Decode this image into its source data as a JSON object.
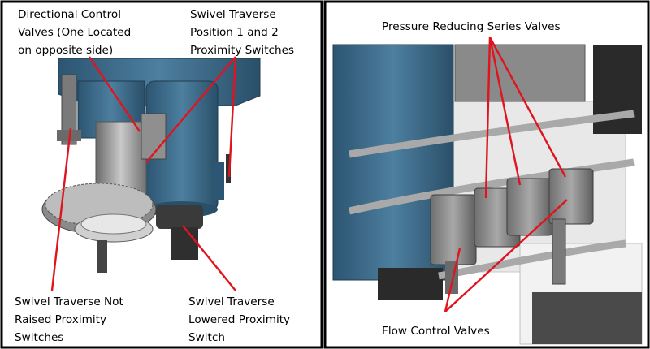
{
  "left_panel": {
    "labels": {
      "directional_control": [
        "Directional Control",
        "Valves (One Located",
        "on opposite side)"
      ],
      "swivel_position": [
        "Swivel Traverse",
        "Position 1 and 2",
        "Proximity Switches"
      ],
      "not_raised": [
        "Swivel Traverse Not",
        "Raised Proximity",
        "Switches"
      ],
      "lowered": [
        "Swivel Traverse",
        "Lowered Proximity",
        "Switch"
      ]
    }
  },
  "right_panel": {
    "labels": {
      "pressure_reducing": "Pressure Reducing Series Valves",
      "flow_control": "Flow Control Valves"
    }
  },
  "colors": {
    "callout": "#e0141e",
    "machine_blue": "#3f6e8c",
    "metal": "#9a9a9a",
    "border": "#000000"
  }
}
